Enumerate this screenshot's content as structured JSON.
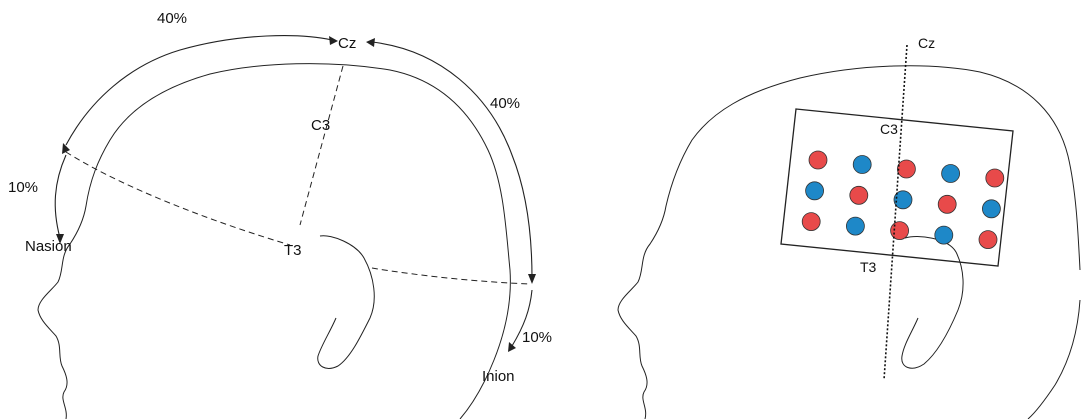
{
  "left_panel": {
    "labels": {
      "cz": "Cz",
      "c3": "C3",
      "t3": "T3",
      "nasion": "Nasion",
      "inion": "Inion",
      "pct_front_top": "40%",
      "pct_back_top": "40%",
      "pct_nasion": "10%",
      "pct_inion": "10%"
    }
  },
  "right_panel": {
    "labels": {
      "cz": "Cz",
      "c3": "C3",
      "t3": "T3"
    },
    "electrode_grid": {
      "rows": 3,
      "columns": 5,
      "colors": {
        "red": "#e84a4a",
        "blue": "#1e88c8"
      },
      "pattern": [
        [
          "red",
          "blue",
          "red",
          "blue",
          "red"
        ],
        [
          "blue",
          "red",
          "blue",
          "red",
          "blue"
        ],
        [
          "red",
          "blue",
          "red",
          "blue",
          "red"
        ]
      ]
    }
  }
}
